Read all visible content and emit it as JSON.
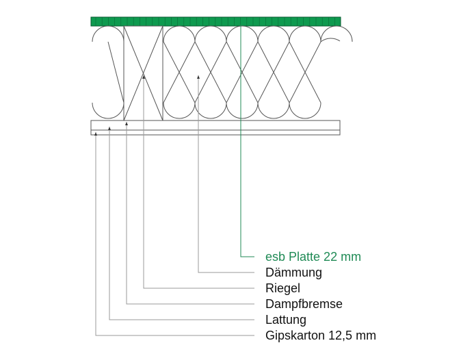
{
  "colors": {
    "board": "#0e9a4f",
    "accent_text": "#1f8a55",
    "line": "#555555",
    "leader": "#999999"
  },
  "labels": {
    "esb": "esb Platte 22 mm",
    "daemmung": "Dämmung",
    "riegel": "Riegel",
    "dampfbremse": "Dampfbremse",
    "lattung": "Lattung",
    "gipskarton": "Gipskarton 12,5 mm"
  }
}
